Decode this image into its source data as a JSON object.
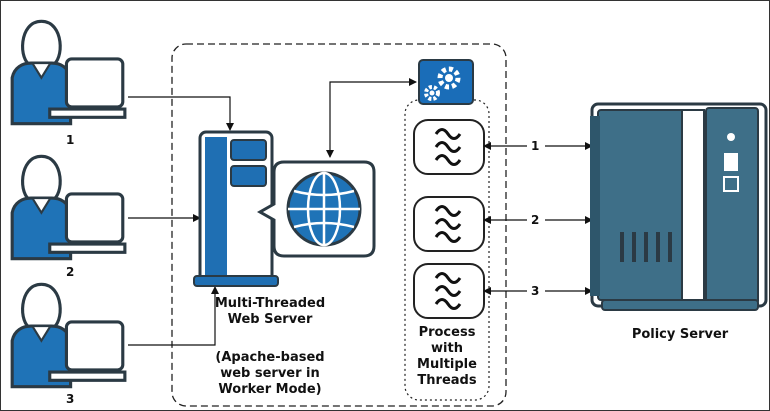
{
  "colors": {
    "person_outline": "#2b3a44",
    "person_fill": "#1f73b7",
    "server_blue": "#1f6fb3",
    "policy_server": "#3e6f88",
    "policy_server_dark": "#2e566b",
    "gear_box": "#1a6db8",
    "dashed_border": "#222222",
    "arrow": "#111111"
  },
  "icons": {
    "users": "person-at-laptop-icon",
    "web_server": "server-tower-icon",
    "web": "globe-icon",
    "settings": "gears-icon",
    "thread": "thread-wave-icon",
    "policy": "server-chassis-icon"
  },
  "users": [
    {
      "number": "1"
    },
    {
      "number": "2"
    },
    {
      "number": "3"
    }
  ],
  "web_server": {
    "title_line1": "Multi-Threaded",
    "title_line2": "Web Server",
    "note_line1": "(Apache-based",
    "note_line2": "web server in",
    "note_line3": "Worker Mode)"
  },
  "process": {
    "line1": "Process",
    "line2": "with",
    "line3": "Multiple",
    "line4": "Threads"
  },
  "connections": [
    {
      "number": "1"
    },
    {
      "number": "2"
    },
    {
      "number": "3"
    }
  ],
  "policy_server": {
    "label": "Policy Server"
  }
}
